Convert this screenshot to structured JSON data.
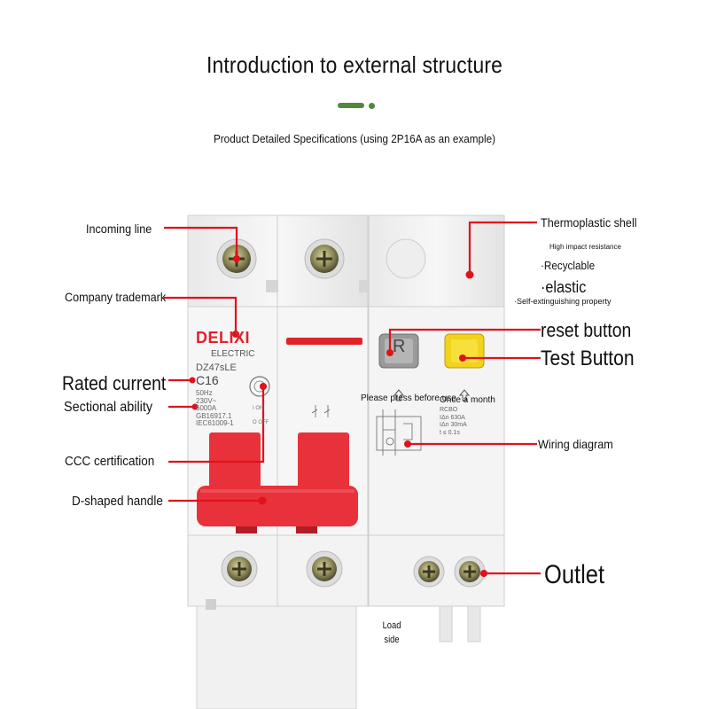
{
  "header": {
    "title": "Introduction to external structure",
    "subtitle": "Product Detailed Specifications (using 2P16A as an example)"
  },
  "device": {
    "brand": "DELIXI",
    "brand_sub": "ELECTRIC",
    "model": "DZ47sLE",
    "rating": "C16",
    "spec_lines": [
      "50Hz",
      "230V~",
      "6000A",
      "GB16917.1",
      "IEC61009-1"
    ],
    "on_label": "I ON",
    "off_label": "O OFF",
    "reset_letter": "R",
    "rcbo_lines": [
      "RCBO",
      "IΔn 630A",
      "IΔn 30mA",
      "t ≤ 0.1s"
    ],
    "note_left": "Please press before use",
    "note_right": "Once a month",
    "load_side": "Load\nside"
  },
  "callouts": {
    "incoming_line": "Incoming line",
    "company_trademark": "Company trademark",
    "rated_current": "Rated current",
    "sectional_ability": "Sectional ability",
    "ccc_certification": "CCC certification",
    "d_shaped_handle": "D-shaped handle",
    "thermoplastic_shell": "Thermoplastic shell",
    "high_impact": "High impact resistance",
    "recyclable": "·Recyclable",
    "elastic": "·elastic",
    "self_extinguishing": "·Self-extinguishing property",
    "reset_button": "reset button",
    "test_button": "Test Button",
    "wiring_diagram": "Wiring diagram",
    "outlet": "Outlet"
  },
  "colors": {
    "accent_green": "#4f8a3a",
    "leader_red": "#e0121c",
    "handle_red": "#e8313a",
    "brand_red": "#e0232b",
    "test_yellow": "#f2d31b",
    "reset_gray": "#9a9a9a"
  }
}
